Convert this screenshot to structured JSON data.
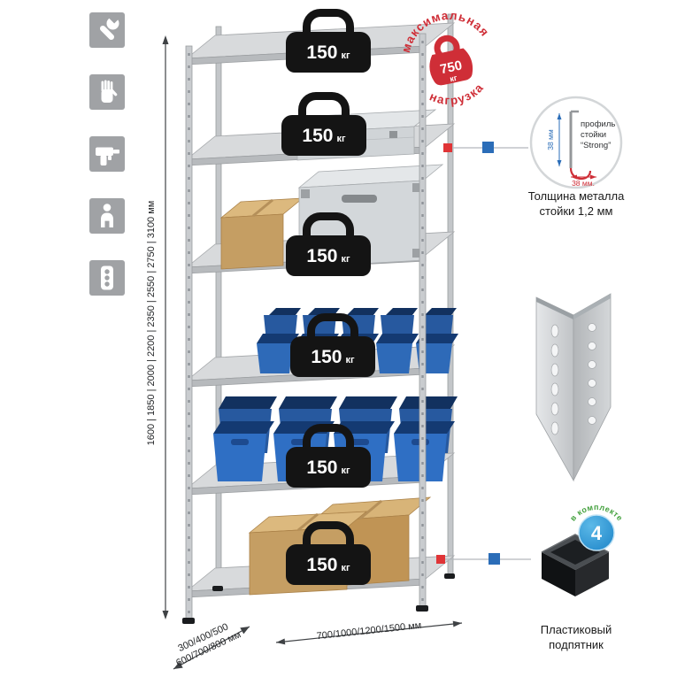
{
  "stamp": {
    "arc_top": "максимальная",
    "arc_bottom": "нагрузка",
    "value": "750",
    "unit": "кг"
  },
  "shelf_weights": [
    {
      "value": "150",
      "unit": "кг"
    },
    {
      "value": "150",
      "unit": "кг"
    },
    {
      "value": "150",
      "unit": "кг"
    },
    {
      "value": "150",
      "unit": "кг"
    },
    {
      "value": "150",
      "unit": "кг"
    },
    {
      "value": "150",
      "unit": "кг"
    }
  ],
  "dimensions": {
    "height": "1600 | 1850 | 2000 | 2200 | 2350 | 2550 | 2750 | 3100 мм",
    "width": "700/1000/1200/1500 мм",
    "depth_line1": "300/400/500",
    "depth_line2": "600/700/800 мм"
  },
  "profile_callout": {
    "label_line1": "профиль",
    "label_line2": "стойки",
    "label_line3": "“Strong”",
    "dim_vertical": "38 мм",
    "dim_horizontal": "38 мм.",
    "caption_line1": "Толщина металла",
    "caption_line2": "стойки 1,2 мм"
  },
  "foot_callout": {
    "badge_count": "4",
    "badge_text": "в комплекте",
    "caption_line1": "Пластиковый",
    "caption_line2": "подпятник"
  },
  "left_icons": [
    {
      "name": "wrench"
    },
    {
      "name": "gloves"
    },
    {
      "name": "drill"
    },
    {
      "name": "person"
    },
    {
      "name": "power-strip"
    }
  ],
  "colors": {
    "accent_red": "#cf2e37",
    "accent_blue": "#2a6db8",
    "marker_red": "#e03436",
    "marker_blue": "#2b6db8",
    "metal_gray": "#c9cccf",
    "bin_blue": "#2e6ab8",
    "cardboard": "#c59e63",
    "weight_black": "#141414",
    "icon_gray": "#a0a2a5",
    "badge_blue": "#2f9ad2",
    "badge_green": "#44a13e"
  }
}
